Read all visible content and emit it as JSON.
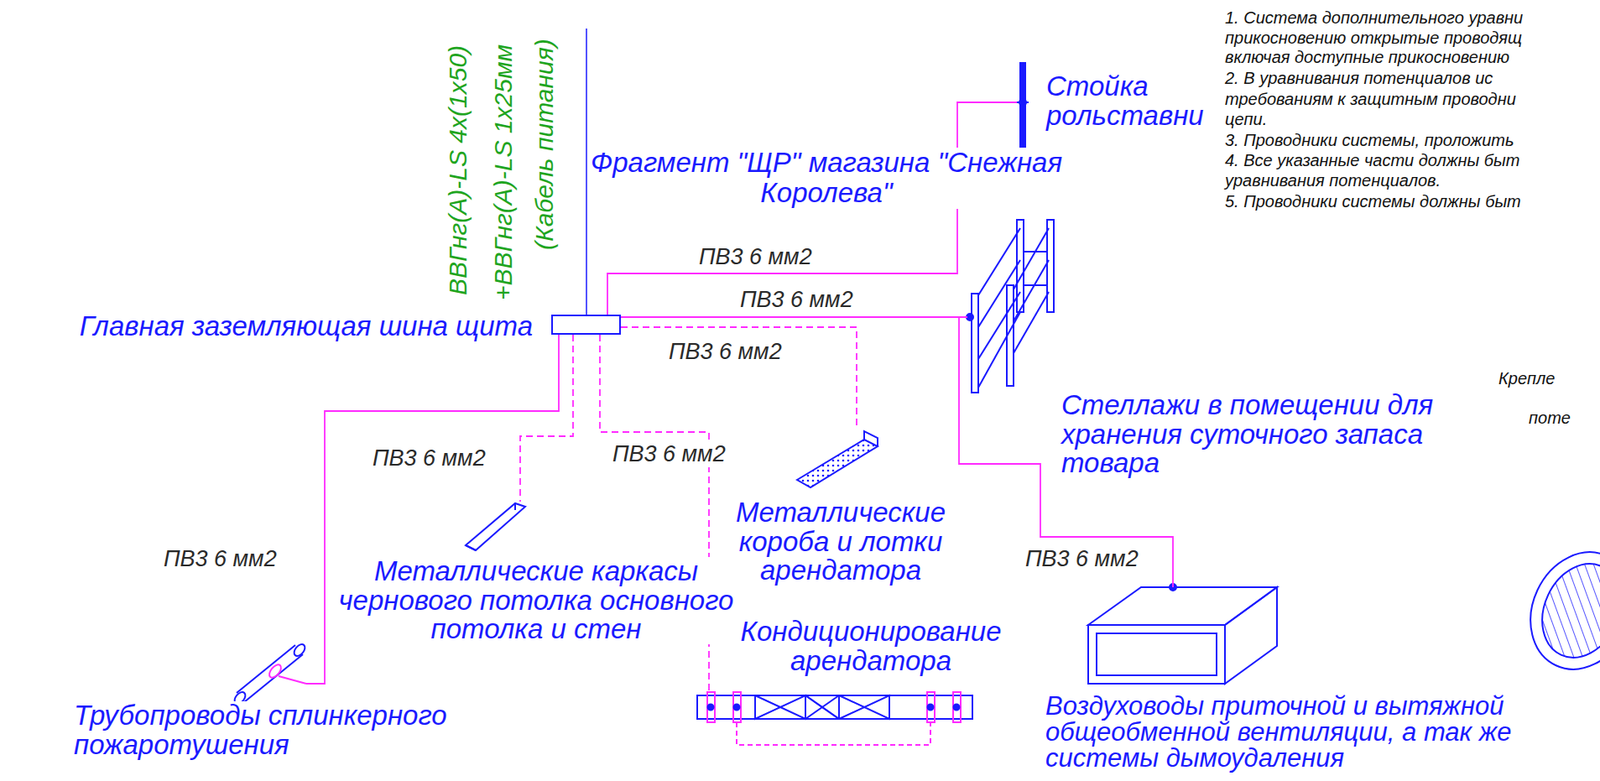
{
  "diagram": {
    "title": "Фрагмент \"ЩР\" магазина \"Снежная Королева\"",
    "nodes": [
      {
        "text": [
          "Главная заземляющая шина щита"
        ]
      },
      {
        "text": [
          "Стойка рольставни"
        ]
      },
      {
        "text": [
          "Стеллажи в помещении для хранения суточного запаса товара"
        ]
      },
      {
        "text": [
          "Металлические короба и лотки арендатора"
        ]
      },
      {
        "text": [
          "Металлические каркасы чернового потолка основного потолка и стен"
        ]
      },
      {
        "text": [
          "Трубопроводы сплинкерного пожаротушения"
        ]
      },
      {
        "text": [
          "Кондиционирование арендатора"
        ]
      },
      {
        "text": [
          "Воздуховоды приточной и вытяжной общеобменной вентиляции, а так же системы дымоудаления"
        ]
      }
    ],
    "edges": [
      {
        "from": 0,
        "to": 1,
        "label": "ПВ3 6 мм2",
        "arrow": "none"
      },
      {
        "from": 0,
        "to": 2,
        "label": "ПВ3 6 мм2",
        "arrow": "none"
      },
      {
        "from": 0,
        "to": 3,
        "label": "ПВ3 6 мм2",
        "arrow": "none"
      },
      {
        "from": 0,
        "to": 4,
        "label": "ПВ3 6 мм2",
        "arrow": "none"
      },
      {
        "from": 0,
        "to": 6,
        "label": "ПВ3 6 мм2",
        "arrow": "none"
      },
      {
        "from": 0,
        "to": 5,
        "label": "ПВ3 6 мм2",
        "arrow": "none"
      },
      {
        "from": 0,
        "to": 7,
        "label": "ПВ3 6 мм2",
        "arrow": "none"
      }
    ],
    "labels": [
      "ВВГнг(А)-LS 4x(1x50)",
      "+ВВГнг(А)-LS 1x25мм",
      "(Кабель питания)",
      "1. Система дополнительного уравни",
      "прикосновению открытые проводящ",
      "включая доступные прикосновению",
      "2. В уравнивания потенциалов ис",
      "требованиям к защитным проводни",
      "цепи.",
      "3. Проводники системы, проложить",
      "4. Все указанные части должны быт",
      "уравнивания потенциалов.",
      "5. Проводники системы должны быт",
      "Крепле",
      "поте"
    ]
  }
}
